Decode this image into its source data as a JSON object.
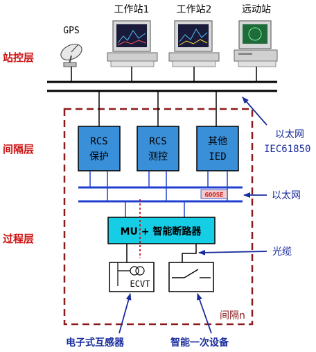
{
  "colors": {
    "layer_label": "#cc1111",
    "device_fill": "#3a8fd9",
    "mu_fill": "#16cde6",
    "bus_blue": "#1f3fd0",
    "dashed_border": "#8b1a1a",
    "callout_blue": "#1a2c9c",
    "goose_fill": "#f2cccc",
    "goose_text": "#cc1111",
    "black": "#000000"
  },
  "layers": {
    "station": "站控层",
    "bay": "间隔层",
    "process": "过程层"
  },
  "top_devices": {
    "gps": "GPS",
    "ws1": "工作站1",
    "ws2": "工作站2",
    "remote": "远动站"
  },
  "bay_devices": [
    {
      "line1": "RCS",
      "line2": "保护"
    },
    {
      "line1": "RCS",
      "line2": "测控"
    },
    {
      "line1": "其他",
      "line2": "IED"
    }
  ],
  "goose": "GOOSE",
  "mu_label": "MU + 智能断路器",
  "ecvt": "ECVT",
  "callouts": {
    "ethernet_iec_1": "以太网",
    "ethernet_iec_2": "IEC61850",
    "ethernet": "以太网",
    "fiber": "光缆",
    "bay_n": "间隔n",
    "sensor": "电子式互感器",
    "smart_device": "智能一次设备"
  }
}
